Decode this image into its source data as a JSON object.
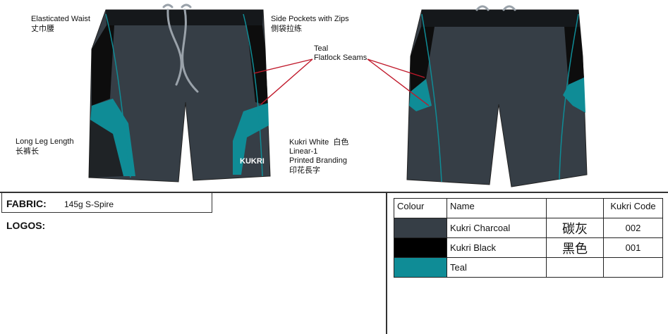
{
  "annotations": {
    "waist_en": "Elasticated Waist",
    "waist_zh": "丈巾腰",
    "pockets_en": "Side Pockets with Zips",
    "pockets_zh": "側袋拉练",
    "seams_line1": "Teal",
    "seams_line2": "Flatlock Seams",
    "leg_en": "Long Leg Length",
    "leg_zh": "长裤长",
    "brand_line1": "Kukri White",
    "brand_line1_zh": "白色",
    "brand_line2": "Linear-1",
    "brand_line3": "Printed Branding",
    "brand_zh": "印花長字"
  },
  "logo_text": "KUKRI",
  "fabric": {
    "label": "FABRIC:",
    "value": "145g S-Spire"
  },
  "logos": {
    "label": "LOGOS:"
  },
  "colour_table": {
    "headers": {
      "colour": "Colour",
      "name": "Name",
      "chinese": "",
      "code": "Kukri Code"
    },
    "rows": [
      {
        "swatch": "#363e46",
        "name": "Kukri Charcoal",
        "chinese": "碳灰",
        "code": "002"
      },
      {
        "swatch": "#000000",
        "name": "Kukri Black",
        "chinese": "黑色",
        "code": "001"
      },
      {
        "swatch": "#0f8c96",
        "name": "Teal",
        "chinese": "",
        "code": ""
      }
    ]
  },
  "colors": {
    "charcoal": "#363e46",
    "black": "#0d0d0d",
    "teal": "#0f8c96",
    "leader_line": "#c0182a"
  }
}
